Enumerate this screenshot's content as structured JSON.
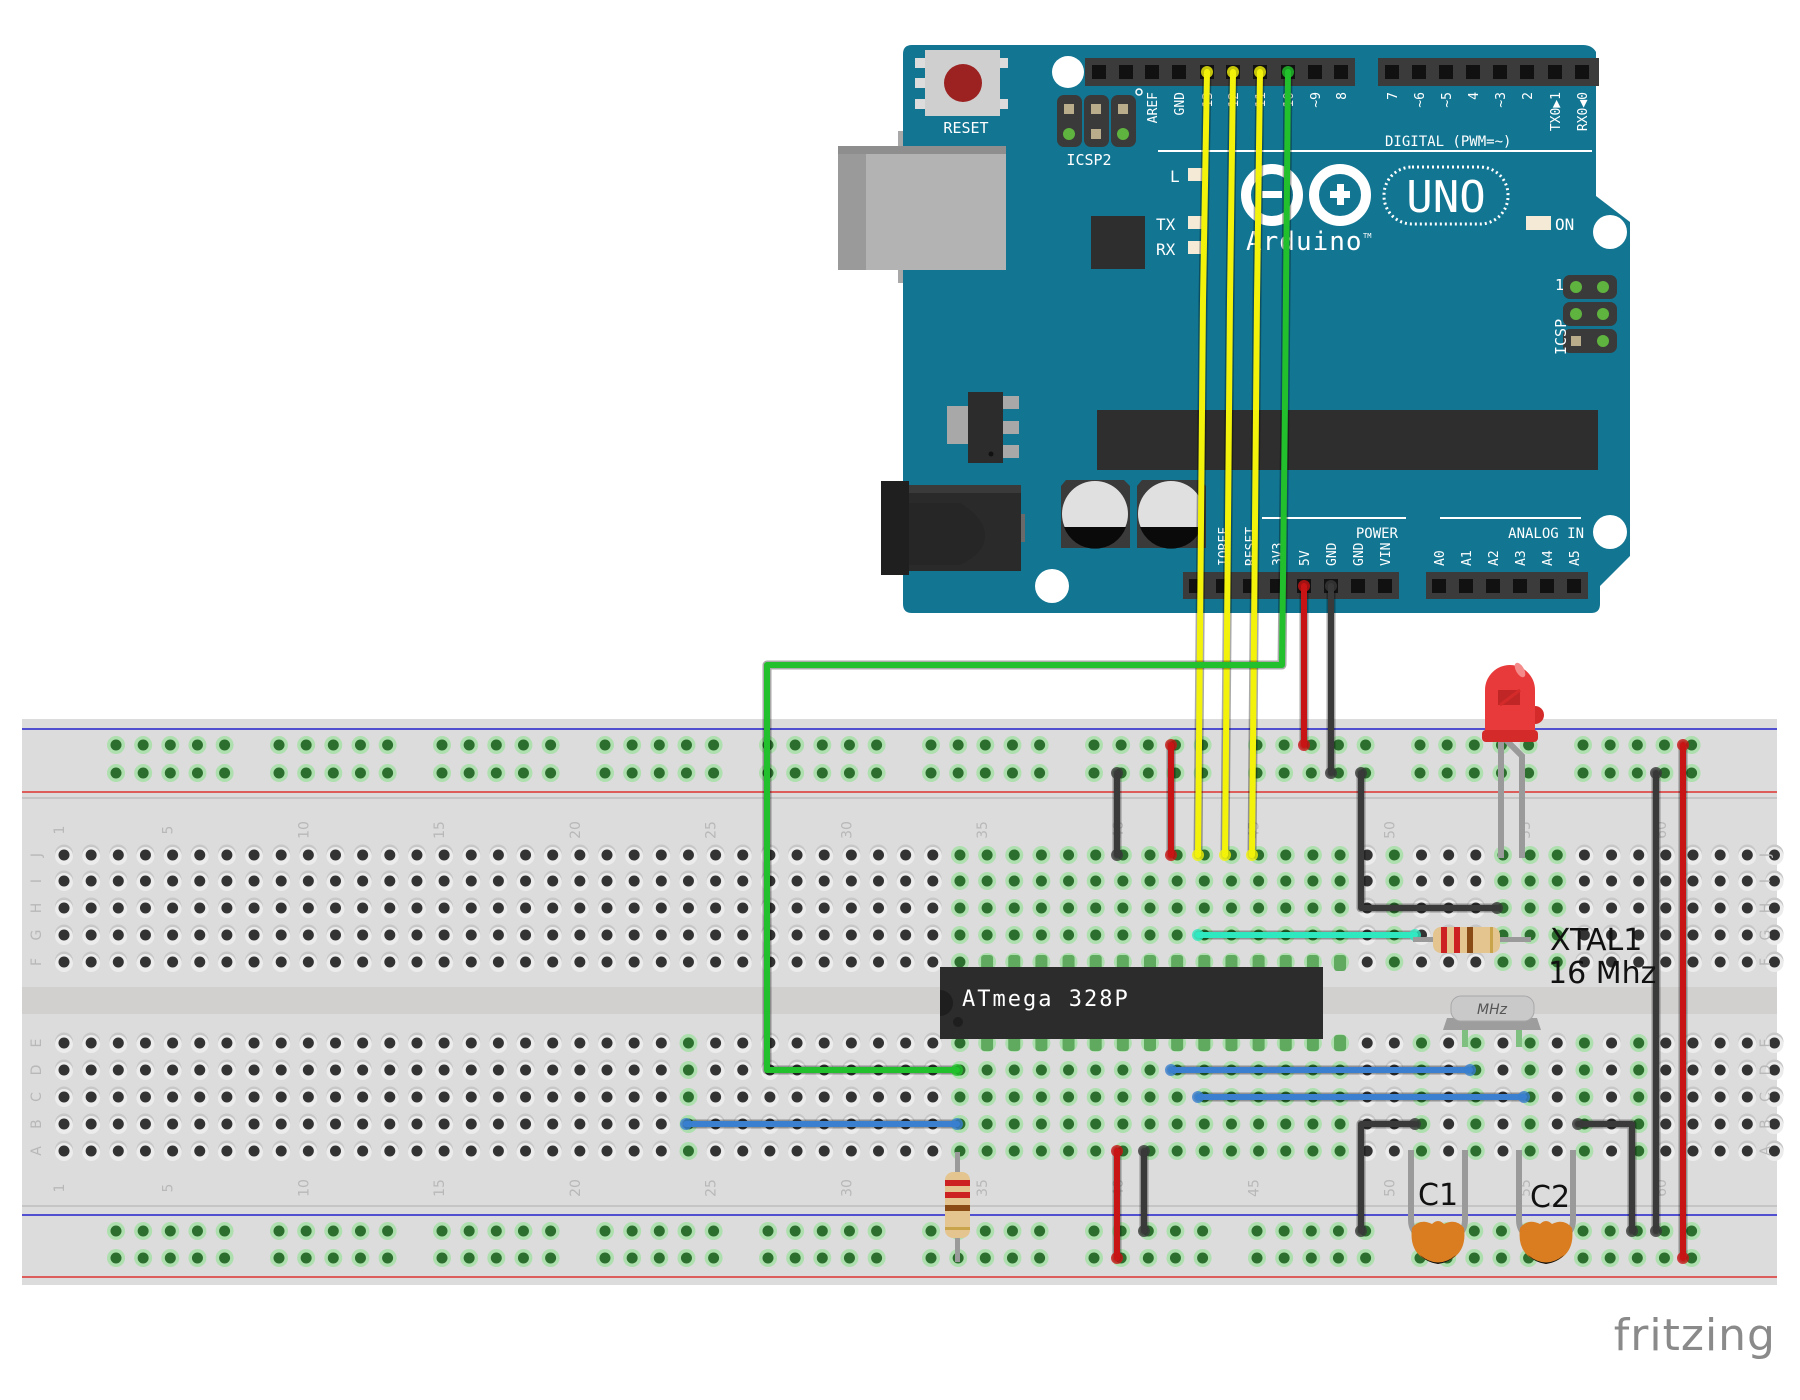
{
  "colors": {
    "board": "#127693",
    "board_dark": "#0e6580",
    "header": "#3b3b3b",
    "breadboard": "#dcdcdc",
    "channel": "#d2cfcf",
    "rail_blue": "#2222cc",
    "rail_red": "#dd3333",
    "hole": "#333333",
    "hole_conn": "#2c6e2e",
    "hole_glow": "#9fe09f",
    "wire_yellow": "#f2f20a",
    "wire_green": "#22c02c",
    "wire_red": "#c81414",
    "wire_black": "#3a3a3a",
    "wire_blue": "#3a7fd0",
    "wire_cyan": "#2ee8c0",
    "led_red": "#e83a3a",
    "cap_orange": "#d97d20",
    "chip": "#2c2c2c"
  },
  "arduino": {
    "reset_label": "RESET",
    "icsp2_label": "ICSP2",
    "icsp_label": "ICSP",
    "icsp_pin1_label": "1",
    "led_l_label": "L",
    "led_tx_label": "TX",
    "led_rx_label": "RX",
    "on_label": "ON",
    "brand": "Arduino",
    "tm": "TM",
    "model": "UNO",
    "digital_label": "DIGITAL (PWM=~)",
    "power_label": "POWER",
    "analog_label": "ANALOG IN",
    "top_header_1_pins": [
      "",
      "",
      "AREF",
      "GND",
      "13",
      "12",
      "~11",
      "~10",
      "~9",
      "8"
    ],
    "top_header_2_pins": [
      "7",
      "~6",
      "~5",
      "4",
      "~3",
      "2",
      "TX0▶1",
      "RX0◀0"
    ],
    "power_header_pins": [
      "",
      "IOREF",
      "RESET",
      "3V3",
      "5V",
      "GND",
      "GND",
      "VIN"
    ],
    "analog_header_pins": [
      "A0",
      "A1",
      "A2",
      "A3",
      "A4",
      "A5"
    ]
  },
  "breadboard": {
    "row_letters_top": [
      "J",
      "I",
      "H",
      "G",
      "F"
    ],
    "row_letters_bottom": [
      "E",
      "D",
      "C",
      "B",
      "A"
    ],
    "column_number_labels": [
      "1",
      "5",
      "10",
      "15",
      "20",
      "25",
      "30",
      "35",
      "40",
      "45",
      "50",
      "55",
      "60"
    ],
    "columns": 64
  },
  "components": {
    "chip_label": "ATmega 328P",
    "crystal_label": "MHz",
    "crystal_annotation_line1": "XTAL1",
    "crystal_annotation_line2": "16 Mhz",
    "cap1_label": "C1",
    "cap2_label": "C2"
  },
  "watermark": "fritzing"
}
